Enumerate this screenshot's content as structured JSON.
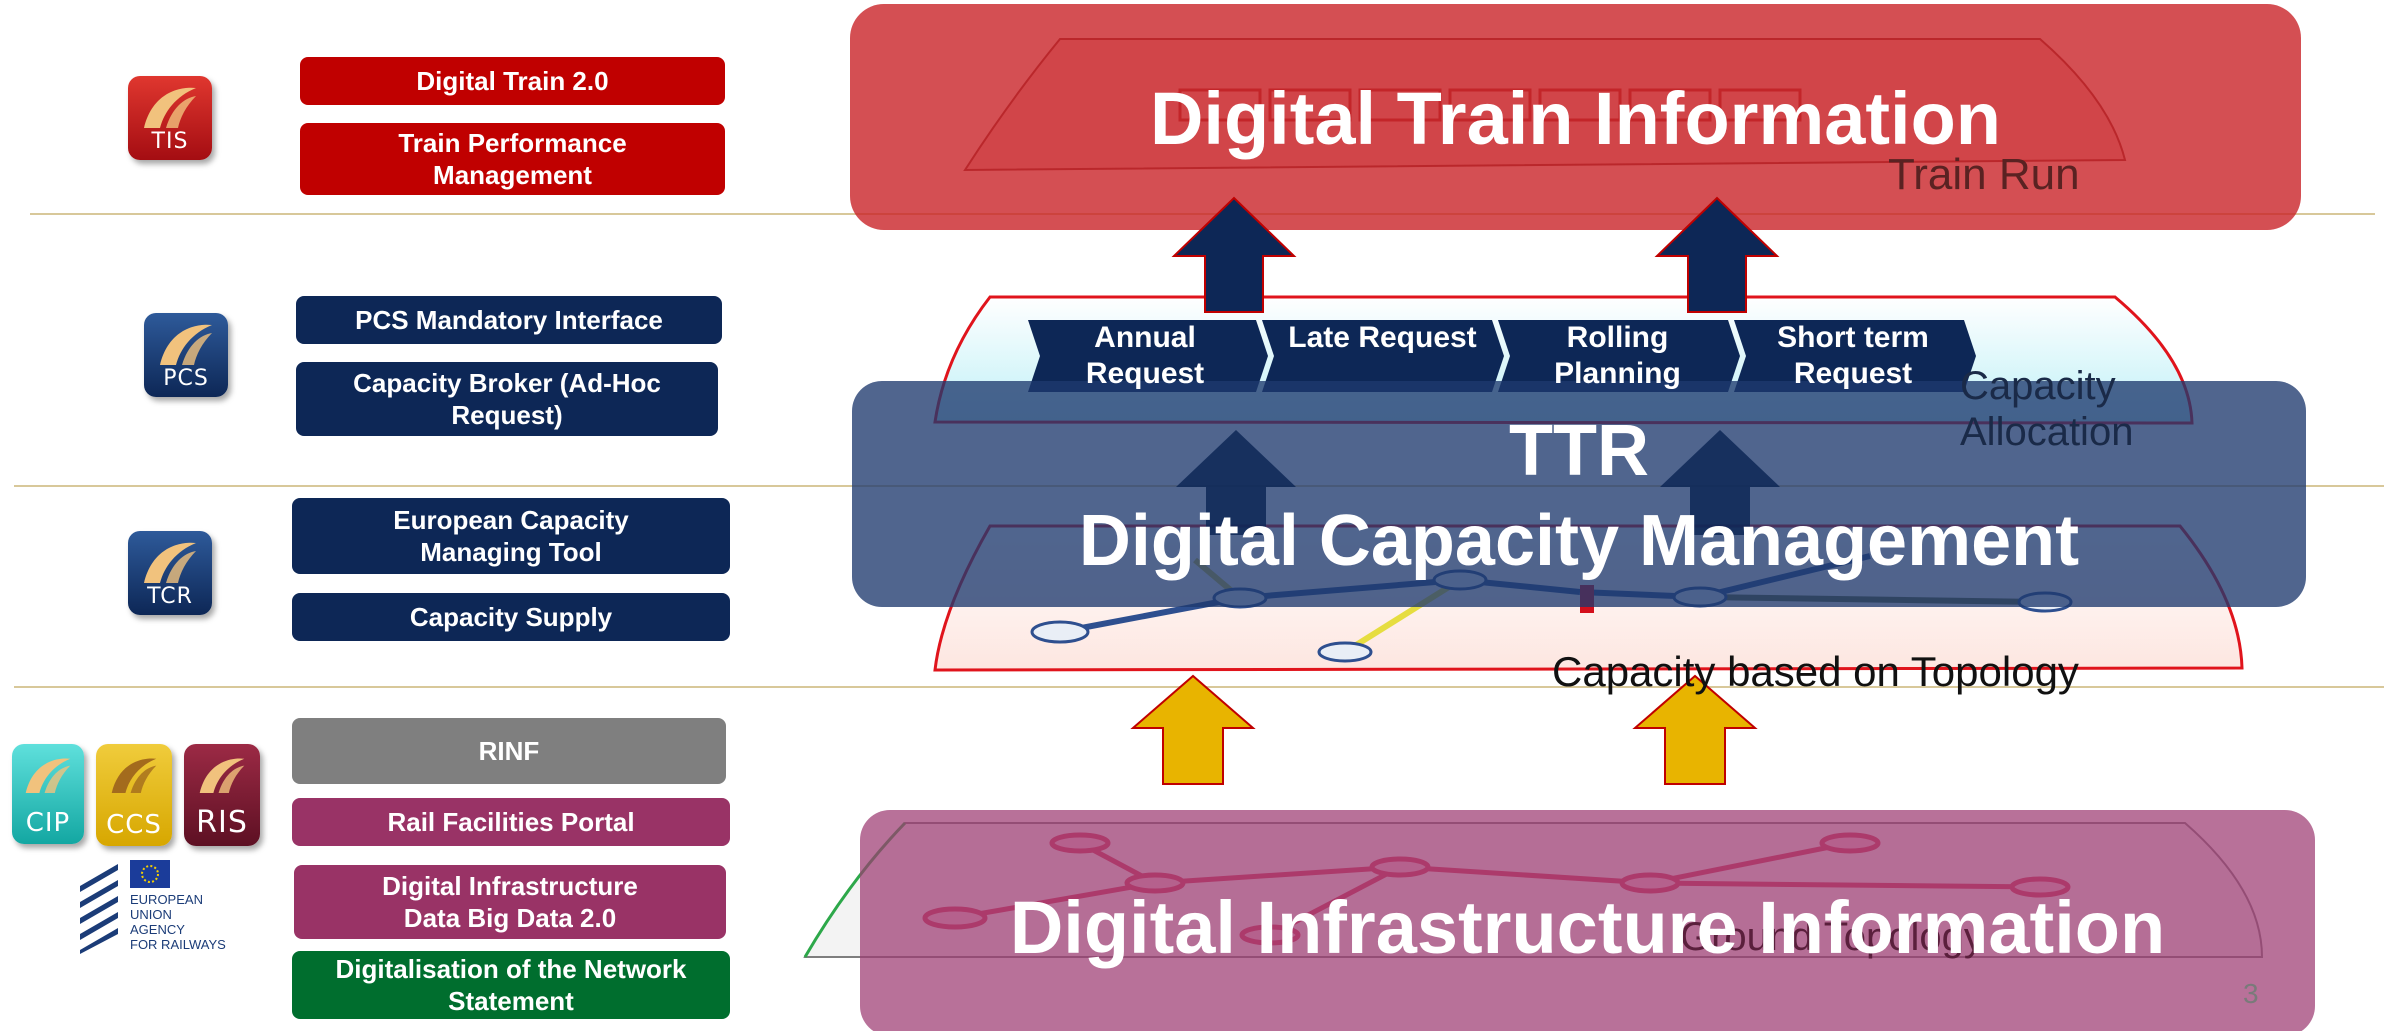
{
  "left_panel": {
    "tis": {
      "icon_label": "TIS",
      "items": [
        "Digital Train 2.0",
        "Train Performance Management"
      ]
    },
    "pcs": {
      "icon_label": "PCS",
      "items": [
        "PCS Mandatory Interface",
        "Capacity Broker (Ad-Hoc Request)"
      ]
    },
    "tcr": {
      "icon_label": "TCR",
      "items": [
        "European Capacity Managing Tool",
        "Capacity Supply"
      ]
    },
    "infra": {
      "icon_labels": [
        "CIP",
        "CCS",
        "RIS"
      ],
      "items": [
        "RINF",
        "Rail Facilities Portal",
        "Digital Infrastructure Data Big Data 2.0",
        "Digitalisation of the Network Statement"
      ]
    },
    "eu_agency": {
      "line1": "EUROPEAN",
      "line2": "UNION",
      "line3": "AGENCY",
      "line4": "FOR RAILWAYS"
    }
  },
  "layers": {
    "train": {
      "title": "Digital Train Information",
      "plane_label": "Train Run"
    },
    "capacity_allocation": {
      "plane_label_line1": "Capacity",
      "plane_label_line2": "Allocation",
      "steps": [
        "Annual Request",
        "Late Request",
        "Rolling Planning",
        "Short term Request"
      ]
    },
    "capacity_mgmt": {
      "title_line1": "TTR",
      "title_line2": "Digital Capacity Management"
    },
    "topology": {
      "plane_label": "Capacity based on Topology"
    },
    "infra": {
      "title": "Digital Infrastructure Information",
      "plane_label": "Ground Topology"
    }
  },
  "page_number": "3",
  "colors": {
    "red_box": "#c00000",
    "navy_box": "#0d2756",
    "grey_box": "#7f7f7f",
    "magenta_box": "#993366",
    "green_box": "#006e2e",
    "train_layer": "#d03c3e",
    "capacity_layer": "#2c4a7c",
    "infra_layer": "#a84a80",
    "arrow_navy": "#0d2756",
    "arrow_yellow": "#e8b400"
  }
}
